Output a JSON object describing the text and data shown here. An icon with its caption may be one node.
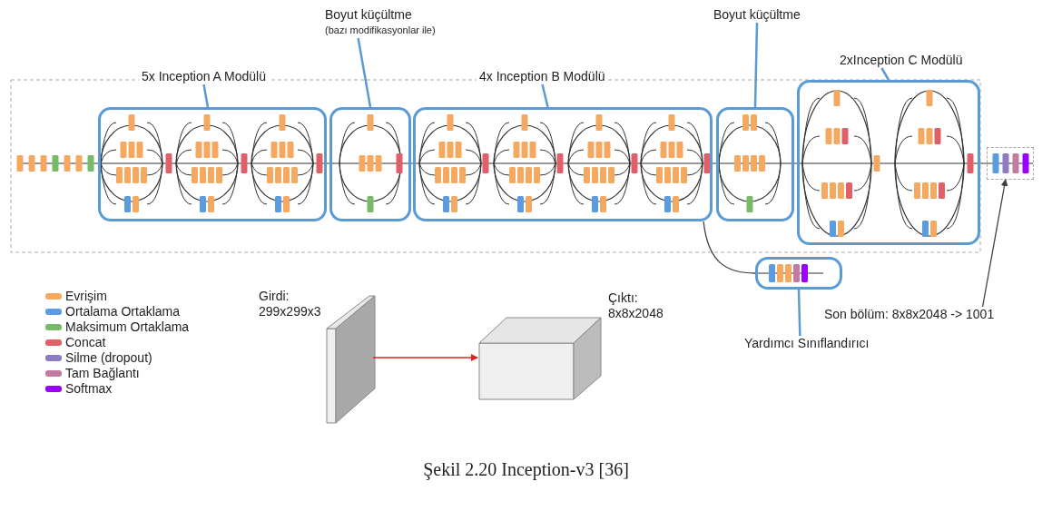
{
  "diagram": {
    "caption": "Şekil 2.20 Inception-v3 [36]",
    "nodes": [
      {
        "text": [
          "5x Inception A Modülü"
        ]
      },
      {
        "text": [],
        "shape": "box"
      },
      {
        "text": [
          "Boyut küçültme",
          "(bazı modifikasyonlar ile)"
        ]
      },
      {
        "text": [],
        "shape": "box"
      },
      {
        "text": [
          "4x Inception B Modülü"
        ]
      },
      {
        "text": [],
        "shape": "box"
      },
      {
        "text": [
          "Boyut küçültme"
        ]
      },
      {
        "text": [],
        "shape": "box"
      },
      {
        "text": [
          "2xInception C Modülü"
        ]
      },
      {
        "text": [],
        "shape": "box"
      },
      {
        "text": [],
        "shape": "box"
      },
      {
        "text": [],
        "shape": "box"
      },
      {
        "text": [
          "Yardımcı Sınıflandırıcı"
        ]
      },
      {
        "text": [
          "Son bölüm: 8x8x2048 -> 1001"
        ]
      },
      {
        "text": [
          "Girdi: 299x299x3"
        ]
      },
      {
        "text": [
          "Çıktı: 8x8x2048"
        ]
      }
    ],
    "edges": [
      {
        "from": 0,
        "to": 1,
        "arrow": "none"
      },
      {
        "from": 2,
        "to": 3,
        "arrow": "none"
      },
      {
        "from": 4,
        "to": 5,
        "arrow": "none"
      },
      {
        "from": 6,
        "to": 7,
        "arrow": "none"
      },
      {
        "from": 8,
        "to": 9,
        "arrow": "none"
      },
      {
        "from": 5,
        "to": 11,
        "arrow": "none",
        "color": "#404040"
      },
      {
        "from": 12,
        "to": 11,
        "arrow": "none"
      },
      {
        "from": 13,
        "to": 10,
        "arrow": "to",
        "color": "#404040"
      },
      {
        "from": 14,
        "to": 15,
        "arrow": "to",
        "color": "#e02020"
      }
    ],
    "legend": [
      {
        "text": "Evrişim",
        "color": "#f5a960"
      },
      {
        "text": "Ortalama Ortaklama",
        "color": "#5b9be0"
      },
      {
        "text": "Maksimum Ortaklama",
        "color": "#77bb66"
      },
      {
        "text": "Concat",
        "color": "#e0606a"
      },
      {
        "text": "Silme (dropout)",
        "color": "#8e7cc3"
      },
      {
        "text": "Tam Bağlantı",
        "color": "#c27ba0"
      },
      {
        "text": "Softmax",
        "color": "#9900ff"
      }
    ]
  }
}
